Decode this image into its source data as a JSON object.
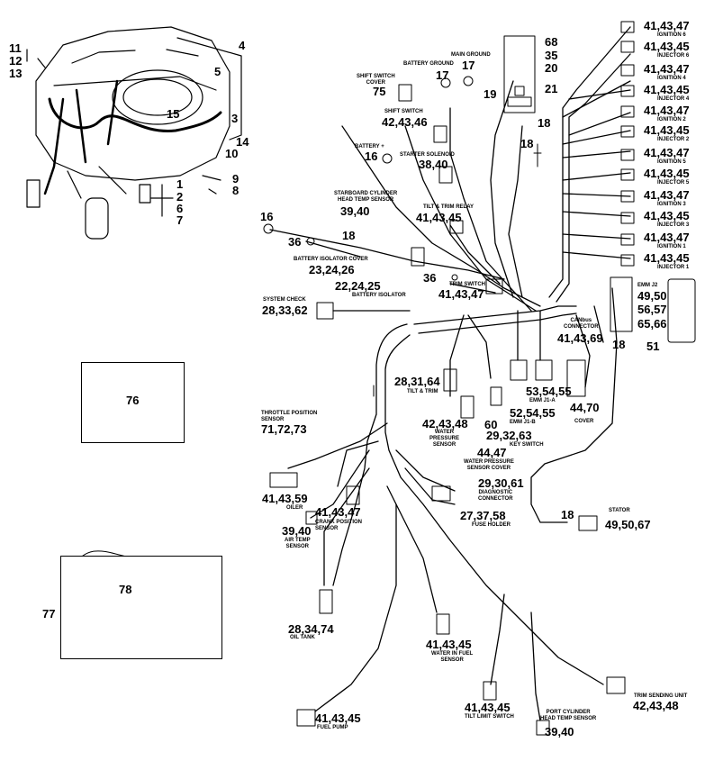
{
  "callouts": {
    "c4": "4",
    "c5": "5",
    "c3": "3",
    "c15": "15",
    "c14": "14",
    "c10": "10",
    "c11": "11",
    "c12": "12",
    "c13": "13",
    "c1": "1",
    "c2": "2",
    "c6": "6",
    "c7": "7",
    "c9": "9",
    "c8": "8",
    "c68": "68",
    "c35": "35",
    "c20": "20",
    "c21": "21",
    "c19": "19",
    "c17a": "17",
    "c17b": "17",
    "c18a": "18",
    "c18b": "18",
    "c18c": "18",
    "c18d": "18",
    "c16a": "16",
    "c16b": "16",
    "c36a": "36",
    "c36b": "36",
    "c76": "76",
    "c77": "77",
    "c78": "78",
    "c51": "51",
    "c60": "60"
  },
  "top_right": {
    "i6_num": "41,43,47",
    "i6_name": "IGNITION 6",
    "j6_num": "41,43,45",
    "j6_name": "INJECTOR 6",
    "i4_num": "41,43,47",
    "i4_name": "IGNITION 4",
    "j4_num": "41,43,45",
    "j4_name": "INJECTOR 4",
    "i2_num": "41,43,47",
    "i2_name": "IGNITION 2",
    "j2_num": "41,43,45",
    "j2_name": "INJECTOR 2",
    "i5_num": "41,43,47",
    "i5_name": "IGNITION 5",
    "j5_num": "41,43,45",
    "j5_name": "INJECTOR 5",
    "i3_num": "41,43,47",
    "i3_name": "IGNITION 3",
    "j3_num": "41,43,45",
    "j3_name": "INJECTOR 3",
    "i1_num": "41,43,47",
    "i1_name": "IGNITION 1",
    "j1_num": "41,43,45",
    "j1_name": "INJECTOR 1"
  },
  "labels": {
    "battery_ground": "BATTERY GROUND",
    "main_ground": "MAIN GROUND",
    "shift_switch_cover": "SHIFT SWITCH\nCOVER",
    "shift_switch_cover_num": "75",
    "shift_switch": "SHIFT SWITCH",
    "shift_switch_num": "42,43,46",
    "battery_plus": "BATTERY +",
    "starter_solenoid": "STARTER SOLENOID",
    "starter_solenoid_num": "38,40",
    "starboard_sensor": "STARBOARD CYLINDER\nHEAD TEMP SENSOR",
    "starboard_sensor_num": "39,40",
    "tilt_trim_relay": "TILT & TRIM RELAY",
    "tilt_trim_relay_num": "41,43,45",
    "battery_isolator_cover": "BATTERY ISOLATOR COVER",
    "battery_isolator_cover_num": "23,24,26",
    "battery_isolator_num": "22,24,25",
    "battery_isolator": "BATTERY ISOLATOR",
    "trim_switch": "TRIM SWITCH",
    "trim_switch_num": "41,43,47",
    "system_check": "SYSTEM CHECK",
    "system_check_num": "28,33,62",
    "emm_j2": "EMM J2",
    "emm_j2_a": "49,50",
    "emm_j2_b": "56,57",
    "emm_j2_c": "65,66",
    "canbus": "CANbus\nCONNECTOR",
    "canbus_num": "41,43,69",
    "emm_j1a_num": "53,54,55",
    "emm_j1a": "EMM J1-A",
    "emm_j1b_num": "52,54,55",
    "emm_j1b": "EMM J1-B",
    "cover_num": "44,70",
    "cover": "COVER",
    "tilt_trim_num": "28,31,64",
    "tilt_trim": "TILT & TRIM",
    "water_pressure_num": "42,43,48",
    "water_pressure": "WATER\nPRESSURE\nSENSOR",
    "key_switch_num": "29,32,63",
    "key_switch": "KEY SWITCH",
    "wps_cover_num": "44,47",
    "wps_cover": "WATER PRESSURE\nSENSOR COVER",
    "diag_num": "29,30,61",
    "diag": "DIAGNOSTIC\nCONNECTOR",
    "tps": "THROTTLE POSITION\nSENSOR",
    "tps_num": "71,72,73",
    "oiler_num": "41,43,59",
    "oiler": "OILER",
    "crank_num": "41,43,47",
    "crank": "CRANK POSITION\nSENSOR",
    "air_temp_num": "39,40",
    "air_temp": "AIR TEMP\nSENSOR",
    "fuse_num": "27,37,58",
    "fuse": "FUSE HOLDER",
    "stator": "STATOR",
    "stator_num": "49,50,67",
    "oil_tank_num": "28,34,74",
    "oil_tank": "OIL TANK",
    "wif_num": "41,43,45",
    "wif": "WATER IN FUEL\nSENSOR",
    "trim_sending": "TRIM SENDING UNIT",
    "trim_sending_num": "42,43,48",
    "tilt_limit_num": "41,43,45",
    "tilt_limit": "TILT LIMIT SWITCH",
    "port_sensor": "PORT CYLINDER\nHEAD TEMP SENSOR",
    "port_sensor_num": "39,40",
    "fuel_pump_num": "41,43,45",
    "fuel_pump": "FUEL PUMP"
  }
}
